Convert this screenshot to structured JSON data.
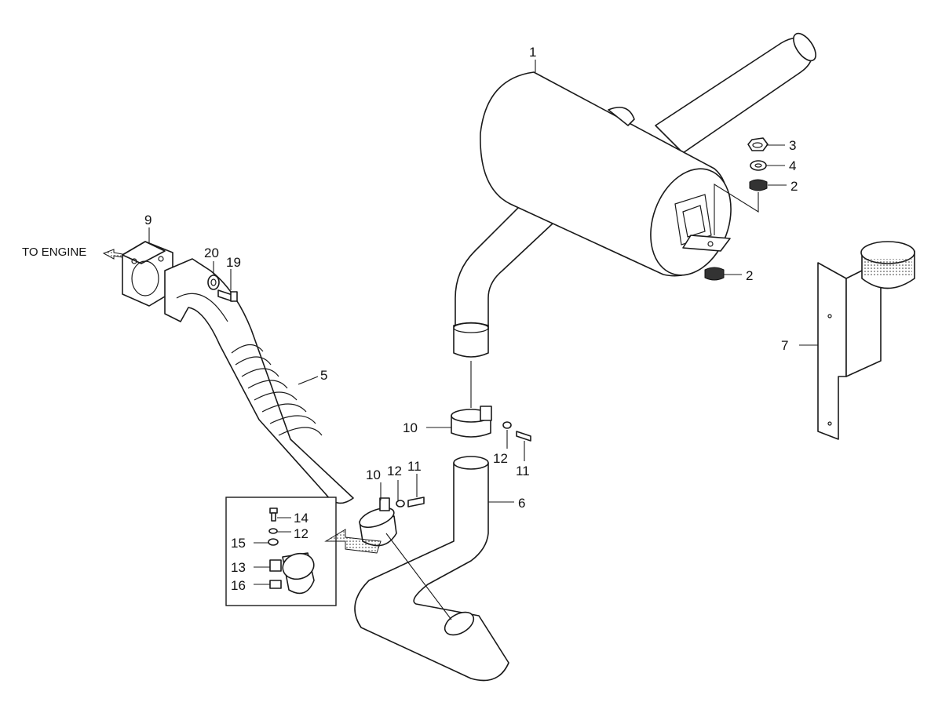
{
  "diagram": {
    "note_to_engine": "TO ENGINE",
    "callouts": {
      "p1": "1",
      "p2a": "2",
      "p2b": "2",
      "p3": "3",
      "p4": "4",
      "p5": "5",
      "p6": "6",
      "p7": "7",
      "p9": "9",
      "p10a": "10",
      "p10b": "10",
      "p11a": "11",
      "p11b": "11",
      "p12a": "12",
      "p12b": "12",
      "p12c": "12",
      "p13": "13",
      "p14": "14",
      "p15": "15",
      "p16": "16",
      "p19": "19",
      "p20": "20"
    }
  }
}
